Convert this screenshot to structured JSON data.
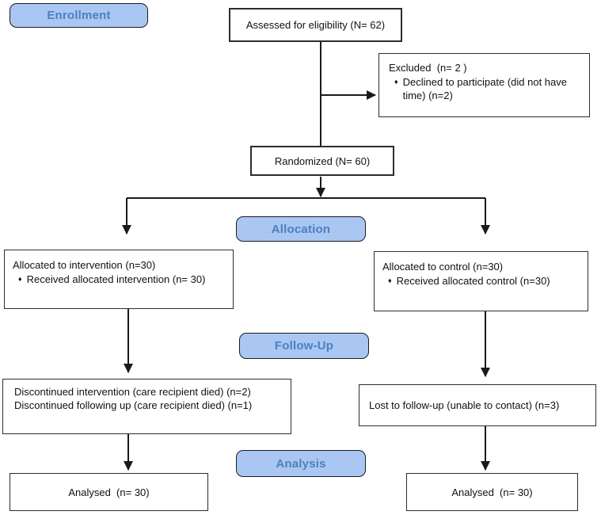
{
  "stages": {
    "enrollment": "Enrollment",
    "allocation": "Allocation",
    "followup": "Follow-Up",
    "analysis": "Analysis"
  },
  "bullet_glyph": "♦",
  "boxes": {
    "assessed": {
      "text": "Assessed for eligibility (N= 62)"
    },
    "excluded": {
      "title": "Excluded  (n= 2 )",
      "bullet": "Declined to participate (did not have time) (n=2)"
    },
    "randomized": {
      "text": "Randomized (N= 60)"
    },
    "allocated_intervention": {
      "title": "Allocated to intervention (n=30)",
      "bullet": "Received allocated intervention (n= 30)"
    },
    "allocated_control": {
      "title": "Allocated to control (n=30)",
      "bullet": "Received allocated control (n=30)"
    },
    "discontinued": {
      "line1": "Discontinued intervention (care recipient died) (n=2)",
      "line2": "Discontinued following up (care recipient died) (n=1)"
    },
    "lost_followup": {
      "text": "Lost to follow-up (unable to contact) (n=3)"
    },
    "analysed_intervention": {
      "text": "Analysed  (n= 30)"
    },
    "analysed_control": {
      "text": "Analysed  (n= 30)"
    }
  },
  "colors": {
    "badge_fill": "#a9c7f2",
    "badge_text": "#4d7fc0",
    "badge_border": "#1c1c1c",
    "box_border": "#2d2d2d",
    "arrow": "#1a1a1a"
  }
}
